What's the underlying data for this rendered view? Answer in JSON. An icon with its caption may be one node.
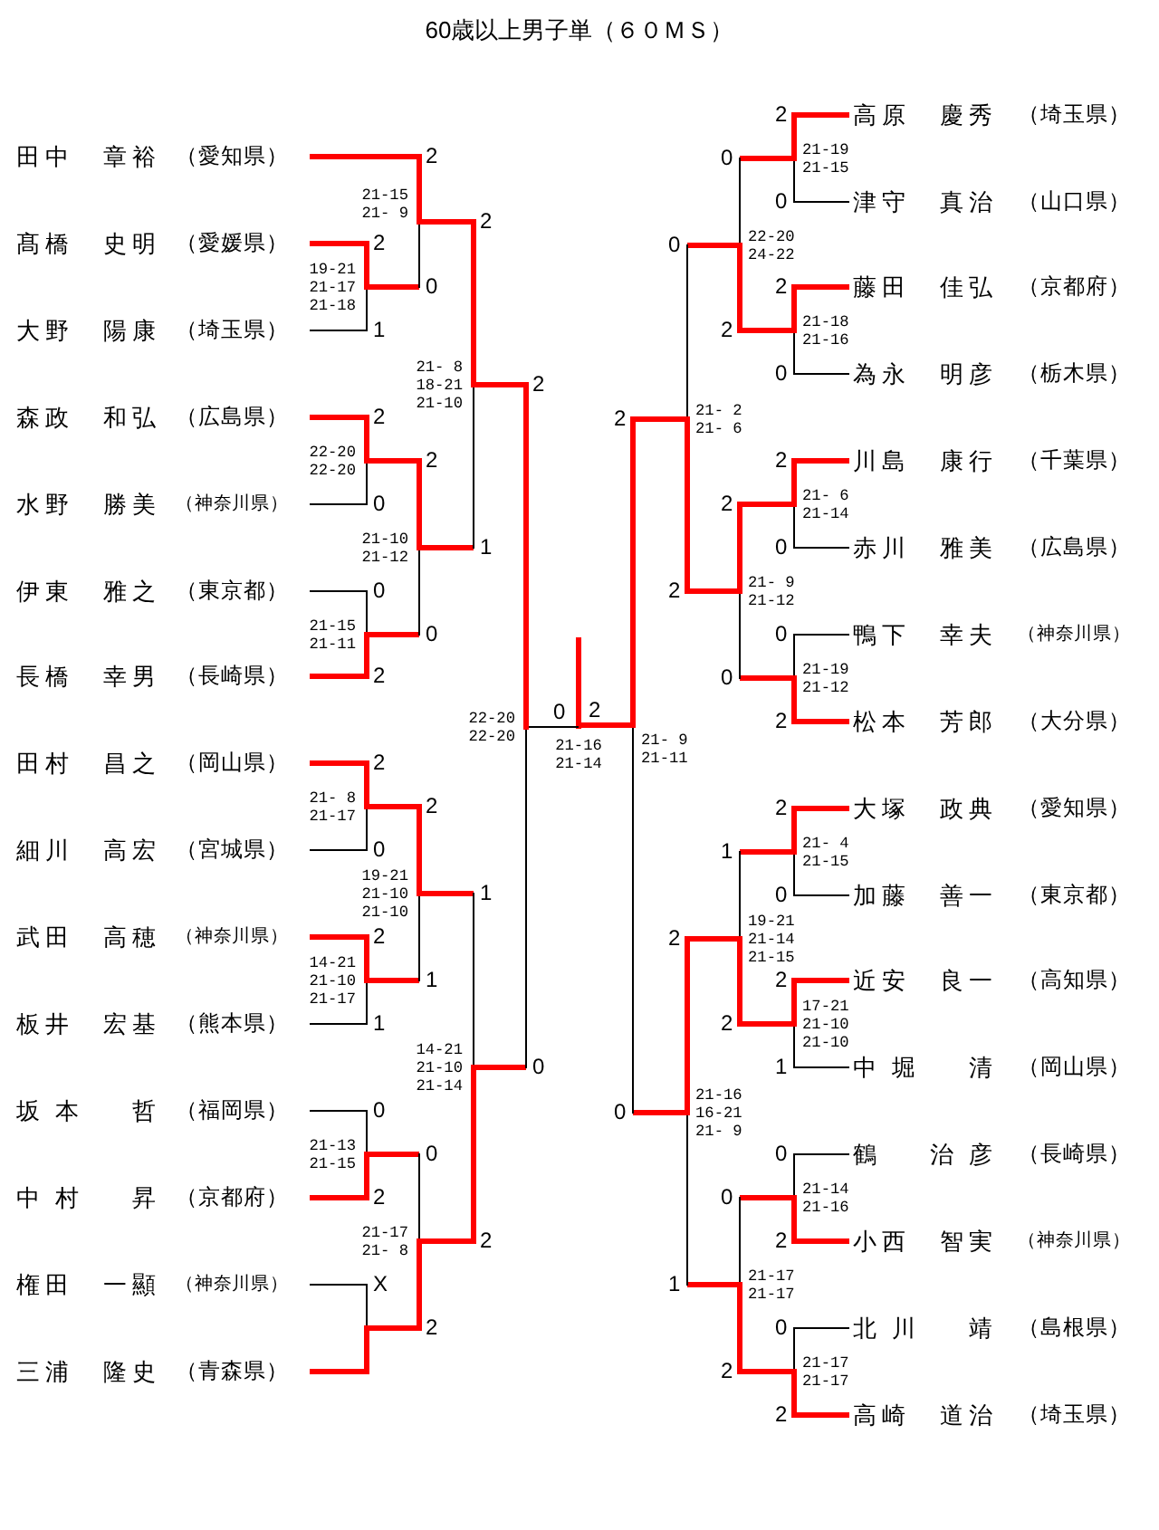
{
  "diagram": {
    "title": "60歳以上男子単（６０ＭＳ）",
    "nodes": [
      {
        "text": [
          "田中　章裕",
          "（愛知県）"
        ]
      },
      {
        "text": [
          "髙橋　史明",
          "（愛媛県）"
        ]
      },
      {
        "text": [
          "大野　陽康",
          "（埼玉県）"
        ]
      },
      {
        "text": [
          "森政　和弘",
          "（広島県）"
        ]
      },
      {
        "text": [
          "水野　勝美",
          "（神奈川県）"
        ]
      },
      {
        "text": [
          "伊東　雅之",
          "（東京都）"
        ]
      },
      {
        "text": [
          "長橋　幸男",
          "（長崎県）"
        ]
      },
      {
        "text": [
          "田村　昌之",
          "（岡山県）"
        ]
      },
      {
        "text": [
          "細川　高宏",
          "（宮城県）"
        ]
      },
      {
        "text": [
          "武田　高穂",
          "（神奈川県）"
        ]
      },
      {
        "text": [
          "板井　宏基",
          "（熊本県）"
        ]
      },
      {
        "text": [
          "坂本　哲",
          "（福岡県）"
        ]
      },
      {
        "text": [
          "中村　昇",
          "（京都府）"
        ]
      },
      {
        "text": [
          "権田　一顯",
          "（神奈川県）"
        ]
      },
      {
        "text": [
          "三浦　隆史",
          "（青森県）"
        ]
      },
      {
        "text": [
          "高原　慶秀",
          "（埼玉県）"
        ]
      },
      {
        "text": [
          "津守　真治",
          "（山口県）"
        ]
      },
      {
        "text": [
          "藤田　佳弘",
          "（京都府）"
        ]
      },
      {
        "text": [
          "為永　明彦",
          "（栃木県）"
        ]
      },
      {
        "text": [
          "川島　康行",
          "（千葉県）"
        ]
      },
      {
        "text": [
          "赤川　雅美",
          "（広島県）"
        ]
      },
      {
        "text": [
          "鴨下　幸夫",
          "（神奈川県）"
        ]
      },
      {
        "text": [
          "松本　芳郎",
          "（大分県）"
        ]
      },
      {
        "text": [
          "大塚　政典",
          "（愛知県）"
        ]
      },
      {
        "text": [
          "加藤　善一",
          "（東京都）"
        ]
      },
      {
        "text": [
          "近安　良一",
          "（高知県）"
        ]
      },
      {
        "text": [
          "中堀　清",
          "（岡山県）"
        ]
      },
      {
        "text": [
          "鶴　治彦",
          "（長崎県）"
        ]
      },
      {
        "text": [
          "小西　智実",
          "（神奈川県）"
        ]
      },
      {
        "text": [
          "北川　靖",
          "（島根県）"
        ]
      },
      {
        "text": [
          "高崎　道治",
          "（埼玉県）"
        ]
      },
      {
        "text": [
          "19-21",
          "21-17",
          "21-18"
        ]
      },
      {
        "text": [
          "22-20",
          "22-20"
        ]
      },
      {
        "text": [
          "21-15",
          "21-11"
        ]
      },
      {
        "text": [
          "21- 8",
          "21-17"
        ]
      },
      {
        "text": [
          "14-21",
          "21-10",
          "21-17"
        ]
      },
      {
        "text": [
          "21-13",
          "21-15"
        ]
      },
      {
        "text": [],
        "shape": "bar"
      },
      {
        "text": [
          "21-15",
          "21- 9"
        ]
      },
      {
        "text": [
          "21-10",
          "21-12"
        ]
      },
      {
        "text": [
          "19-21",
          "21-10",
          "21-10"
        ]
      },
      {
        "text": [
          "21-17",
          "21- 8"
        ]
      },
      {
        "text": [
          "21- 8",
          "18-21",
          "21-10"
        ]
      },
      {
        "text": [
          "14-21",
          "21-10",
          "21-14"
        ]
      },
      {
        "text": [
          "22-20",
          "22-20"
        ]
      },
      {
        "text": [
          "21-19",
          "21-15"
        ]
      },
      {
        "text": [
          "21-18",
          "21-16"
        ]
      },
      {
        "text": [
          "21- 6",
          "21-14"
        ]
      },
      {
        "text": [
          "21-19",
          "21-12"
        ]
      },
      {
        "text": [
          "21- 4",
          "21-15"
        ]
      },
      {
        "text": [
          "17-21",
          "21-10",
          "21-10"
        ]
      },
      {
        "text": [
          "21-14",
          "21-16"
        ]
      },
      {
        "text": [
          "21-17",
          "21-17"
        ]
      },
      {
        "text": [
          "22-20",
          "24-22"
        ]
      },
      {
        "text": [
          "21- 9",
          "21-12"
        ]
      },
      {
        "text": [
          "19-21",
          "21-14",
          "21-15"
        ]
      },
      {
        "text": [
          "21-17",
          "21-17"
        ]
      },
      {
        "text": [
          "21- 2",
          "21- 6"
        ]
      },
      {
        "text": [
          "21-16",
          "16-21",
          "21- 9"
        ]
      },
      {
        "text": [
          "21- 9",
          "21-11"
        ]
      },
      {
        "text": [
          "21-16",
          "21-14"
        ]
      }
    ],
    "edges": [
      {
        "from": 0,
        "to": 38,
        "arrow": "none",
        "label": "2"
      },
      {
        "from": 1,
        "to": 31,
        "arrow": "none",
        "label": "2"
      },
      {
        "from": 2,
        "to": 31,
        "arrow": "none",
        "label": "1",
        "color": "#000000"
      },
      {
        "from": 3,
        "to": 32,
        "arrow": "none",
        "label": "2"
      },
      {
        "from": 4,
        "to": 32,
        "arrow": "none",
        "label": "0",
        "color": "#000000"
      },
      {
        "from": 5,
        "to": 33,
        "arrow": "none",
        "label": "0",
        "color": "#000000"
      },
      {
        "from": 6,
        "to": 33,
        "arrow": "none",
        "label": "2"
      },
      {
        "from": 7,
        "to": 34,
        "arrow": "none",
        "label": "2"
      },
      {
        "from": 8,
        "to": 34,
        "arrow": "none",
        "label": "0",
        "color": "#000000"
      },
      {
        "from": 9,
        "to": 35,
        "arrow": "none",
        "label": "2"
      },
      {
        "from": 10,
        "to": 35,
        "arrow": "none",
        "label": "1",
        "color": "#000000"
      },
      {
        "from": 11,
        "to": 36,
        "arrow": "none",
        "label": "0",
        "color": "#000000"
      },
      {
        "from": 12,
        "to": 36,
        "arrow": "none",
        "label": "2"
      },
      {
        "from": 13,
        "to": 37,
        "arrow": "none",
        "label": "X",
        "color": "#000000"
      },
      {
        "from": 14,
        "to": 37,
        "arrow": "none"
      },
      {
        "from": 31,
        "to": 38,
        "arrow": "none",
        "label": "0"
      },
      {
        "from": 32,
        "to": 39,
        "arrow": "none",
        "label": "2"
      },
      {
        "from": 33,
        "to": 39,
        "arrow": "none",
        "label": "0"
      },
      {
        "from": 34,
        "to": 40,
        "arrow": "none",
        "label": "2"
      },
      {
        "from": 35,
        "to": 40,
        "arrow": "none",
        "label": "1"
      },
      {
        "from": 36,
        "to": 41,
        "arrow": "none",
        "label": "0"
      },
      {
        "from": 37,
        "to": 41,
        "arrow": "none",
        "label": "2"
      },
      {
        "from": 38,
        "to": 42,
        "arrow": "none",
        "label": "2"
      },
      {
        "from": 39,
        "to": 42,
        "arrow": "none",
        "label": "1"
      },
      {
        "from": 40,
        "to": 43,
        "arrow": "none",
        "label": "1"
      },
      {
        "from": 41,
        "to": 43,
        "arrow": "none",
        "label": "2"
      },
      {
        "from": 42,
        "to": 44,
        "arrow": "none",
        "label": "2"
      },
      {
        "from": 43,
        "to": 44,
        "arrow": "none",
        "label": "0"
      },
      {
        "from": 15,
        "to": 45,
        "arrow": "none",
        "label": "2"
      },
      {
        "from": 16,
        "to": 45,
        "arrow": "none",
        "label": "0",
        "color": "#000000"
      },
      {
        "from": 17,
        "to": 46,
        "arrow": "none",
        "label": "2"
      },
      {
        "from": 18,
        "to": 46,
        "arrow": "none",
        "label": "0",
        "color": "#000000"
      },
      {
        "from": 19,
        "to": 47,
        "arrow": "none",
        "label": "2"
      },
      {
        "from": 20,
        "to": 47,
        "arrow": "none",
        "label": "0",
        "color": "#000000"
      },
      {
        "from": 21,
        "to": 48,
        "arrow": "none",
        "label": "0",
        "color": "#000000"
      },
      {
        "from": 22,
        "to": 48,
        "arrow": "none",
        "label": "2"
      },
      {
        "from": 23,
        "to": 49,
        "arrow": "none",
        "label": "2"
      },
      {
        "from": 24,
        "to": 49,
        "arrow": "none",
        "label": "0",
        "color": "#000000"
      },
      {
        "from": 25,
        "to": 50,
        "arrow": "none",
        "label": "2"
      },
      {
        "from": 26,
        "to": 50,
        "arrow": "none",
        "label": "1",
        "color": "#000000"
      },
      {
        "from": 27,
        "to": 51,
        "arrow": "none",
        "label": "0",
        "color": "#000000"
      },
      {
        "from": 28,
        "to": 51,
        "arrow": "none",
        "label": "2"
      },
      {
        "from": 29,
        "to": 52,
        "arrow": "none",
        "label": "0",
        "color": "#000000"
      },
      {
        "from": 30,
        "to": 52,
        "arrow": "none",
        "label": "2"
      },
      {
        "from": 45,
        "to": 53,
        "arrow": "none",
        "label": "0"
      },
      {
        "from": 46,
        "to": 53,
        "arrow": "none",
        "label": "2"
      },
      {
        "from": 47,
        "to": 54,
        "arrow": "none",
        "label": "2"
      },
      {
        "from": 48,
        "to": 54,
        "arrow": "none",
        "label": "0"
      },
      {
        "from": 49,
        "to": 55,
        "arrow": "none",
        "label": "1"
      },
      {
        "from": 50,
        "to": 55,
        "arrow": "none",
        "label": "2"
      },
      {
        "from": 51,
        "to": 56,
        "arrow": "none",
        "label": "0"
      },
      {
        "from": 52,
        "to": 56,
        "arrow": "none",
        "label": "2"
      },
      {
        "from": 53,
        "to": 57,
        "arrow": "none",
        "label": "0"
      },
      {
        "from": 54,
        "to": 57,
        "arrow": "none",
        "label": "2"
      },
      {
        "from": 55,
        "to": 58,
        "arrow": "none",
        "label": "2"
      },
      {
        "from": 56,
        "to": 58,
        "arrow": "none",
        "label": "1"
      },
      {
        "from": 57,
        "to": 59,
        "arrow": "none",
        "label": "2"
      },
      {
        "from": 58,
        "to": 59,
        "arrow": "none",
        "label": "0"
      },
      {
        "from": 44,
        "to": 60,
        "arrow": "none",
        "label": "0",
        "color": "#000000"
      },
      {
        "from": 59,
        "to": 60,
        "arrow": "none",
        "label": "2"
      }
    ]
  }
}
